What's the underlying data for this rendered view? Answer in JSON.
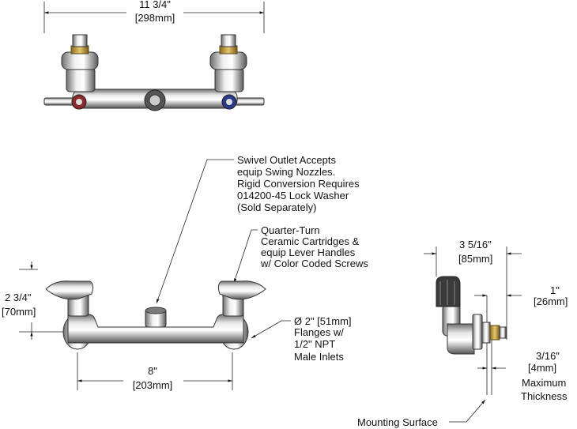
{
  "top_view": {
    "overall_width_in": "11 3/4\"",
    "overall_width_mm": "[298mm]"
  },
  "front_view": {
    "swivel_outlet_note": [
      "Swivel Outlet Accepts",
      "equip Swing Nozzles.",
      "Rigid Conversion Requires",
      "014200-45 Lock Washer",
      "(Sold Separately)"
    ],
    "cartridge_note": [
      "Quarter-Turn",
      "Ceramic Cartridges &",
      "equip Lever Handles",
      "w/ Color Coded Screws"
    ],
    "height_in": "2 3/4\"",
    "height_mm": "[70mm]",
    "flange_note": [
      "Ø 2\" [51mm]",
      "Flanges w/",
      "1/2\" NPT",
      "Male Inlets"
    ],
    "center_in": "8\"",
    "center_mm": "[203mm]"
  },
  "side_view": {
    "depth_in": "3 5/16\"",
    "depth_mm": "[85mm]",
    "offset_in": "1\"",
    "offset_mm": "[26mm]",
    "thickness_in": "3/16\"",
    "thickness_mm": "[4mm]",
    "thickness_note": [
      "Maximum",
      "Thickness"
    ],
    "mounting_surface": "Mounting Surface"
  }
}
